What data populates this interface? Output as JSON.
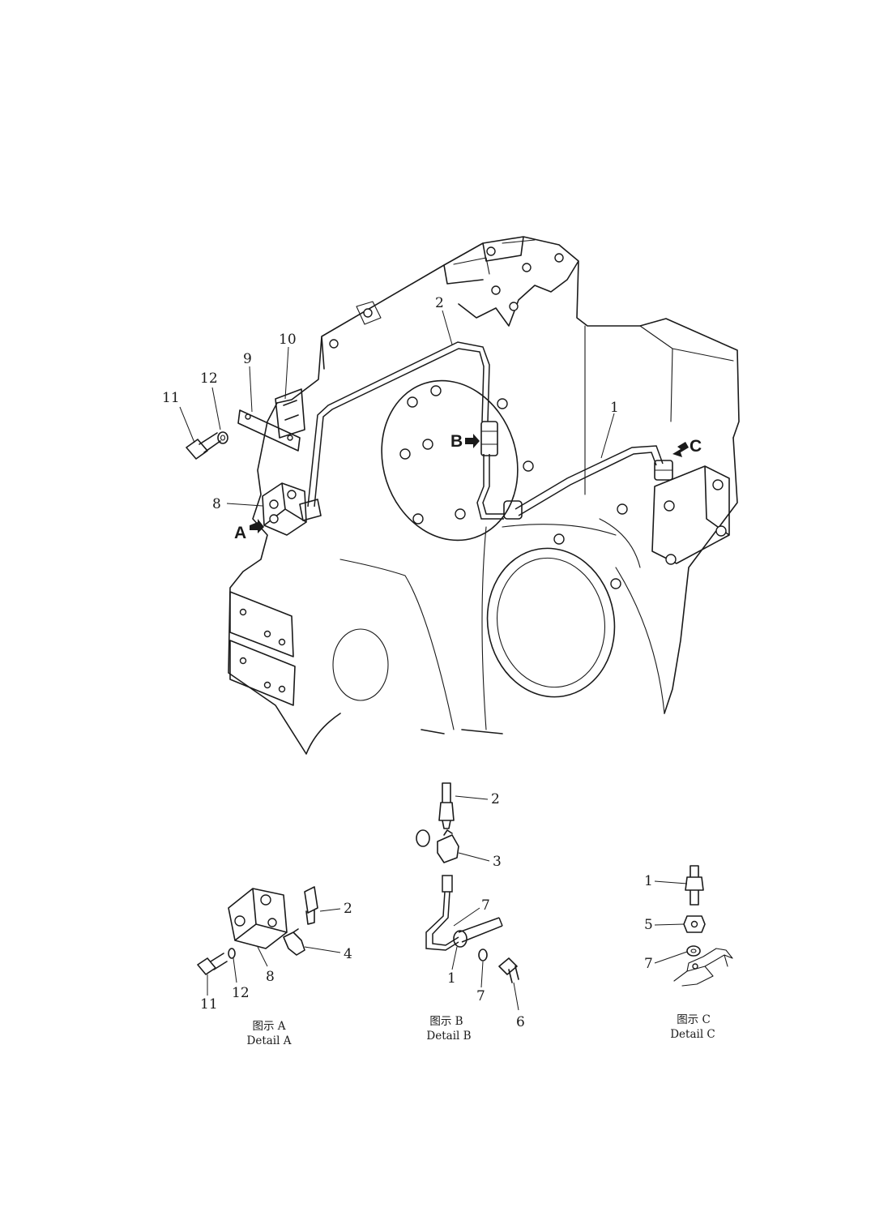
{
  "main_view": {
    "part_labels": {
      "p1": "1",
      "p2": "2",
      "p8": "8",
      "p9": "9",
      "p10": "10",
      "p11": "11",
      "p12": "12"
    },
    "view_markers": {
      "a": "A",
      "b": "B",
      "c": "C"
    }
  },
  "detail_a": {
    "caption_cn": "图示 A",
    "caption_en": "Detail A",
    "part_labels": {
      "p2": "2",
      "p4": "4",
      "p8": "8",
      "p11": "11",
      "p12": "12"
    }
  },
  "detail_b": {
    "caption_cn": "图示 B",
    "caption_en": "Detail B",
    "part_labels": {
      "p1": "1",
      "p2": "2",
      "p3": "3",
      "p6": "6",
      "p7a": "7",
      "p7b": "7"
    }
  },
  "detail_c": {
    "caption_cn": "图示 C",
    "caption_en": "Detail C",
    "part_labels": {
      "p1": "1",
      "p5": "5",
      "p7": "7"
    }
  }
}
